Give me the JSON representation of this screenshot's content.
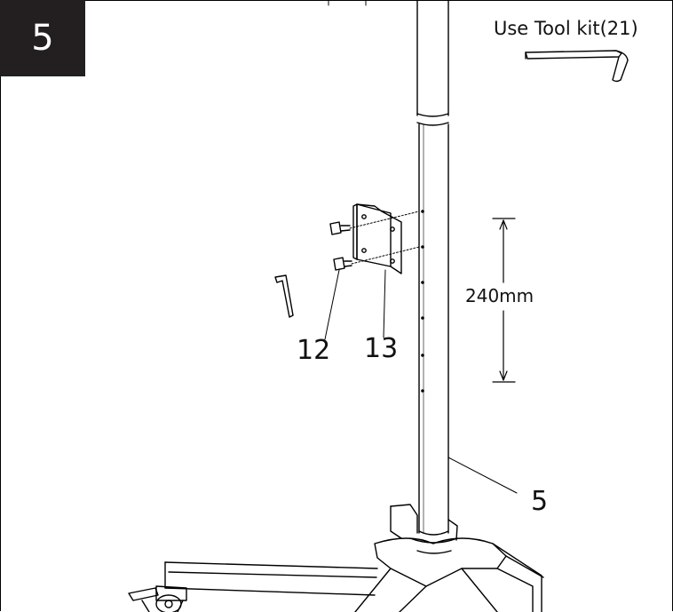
{
  "step": {
    "number": "5"
  },
  "tool_note": {
    "text": "Use Tool kit(21)"
  },
  "dimension": {
    "label": "240mm"
  },
  "callouts": {
    "screw": "12",
    "bracket": "13",
    "pole": "5"
  },
  "colors": {
    "badge_bg": "#231f20",
    "badge_text": "#ffffff",
    "line": "#000000"
  }
}
